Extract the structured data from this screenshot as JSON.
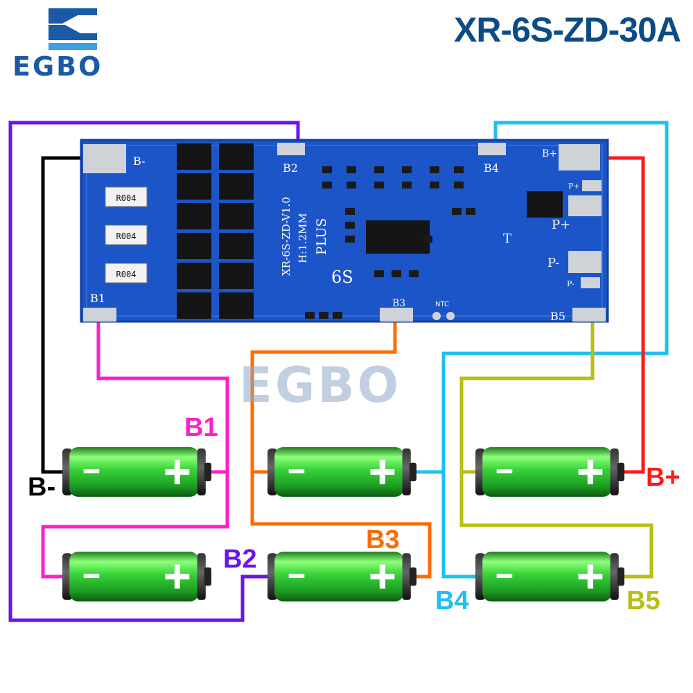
{
  "header": {
    "brand": "EGBO",
    "model": "XR-6S-ZD-30A"
  },
  "board": {
    "model_silk": "XR-6S-ZD-V1.0",
    "thickness_silk": "H:1.2MM",
    "variant_silk": "PLUS",
    "cells_silk": "6S",
    "resistor_marking": "R004",
    "ntc_silk": "NTC",
    "t_silk": "T",
    "pads": {
      "b_minus": "B-",
      "b1": "B1",
      "b2": "B2",
      "b3": "B3",
      "b4": "B4",
      "b5": "B5",
      "b_plus": "B+",
      "p_plus": "P+",
      "p_minus": "P-"
    }
  },
  "watermark": "EGBO",
  "wires": {
    "b_minus": {
      "label": "B-",
      "color": "#000000"
    },
    "b1": {
      "label": "B1",
      "color": "#ff1fc8"
    },
    "b2": {
      "label": "B2",
      "color": "#6a14ee"
    },
    "b3": {
      "label": "B3",
      "color": "#ff6a00"
    },
    "b4": {
      "label": "B4",
      "color": "#1ec0ee"
    },
    "b5": {
      "label": "B5",
      "color": "#b9be12"
    },
    "b_plus": {
      "label": "B+",
      "color": "#ff1a1a"
    }
  },
  "battery": {
    "minus_symbol": "−",
    "plus_symbol": "+",
    "count": 6
  },
  "colors": {
    "pcb": "#1c55c8",
    "pcb_edge": "#0f3fa0",
    "pad": "#cfd3d8",
    "battery_green": "#2fcf34"
  }
}
